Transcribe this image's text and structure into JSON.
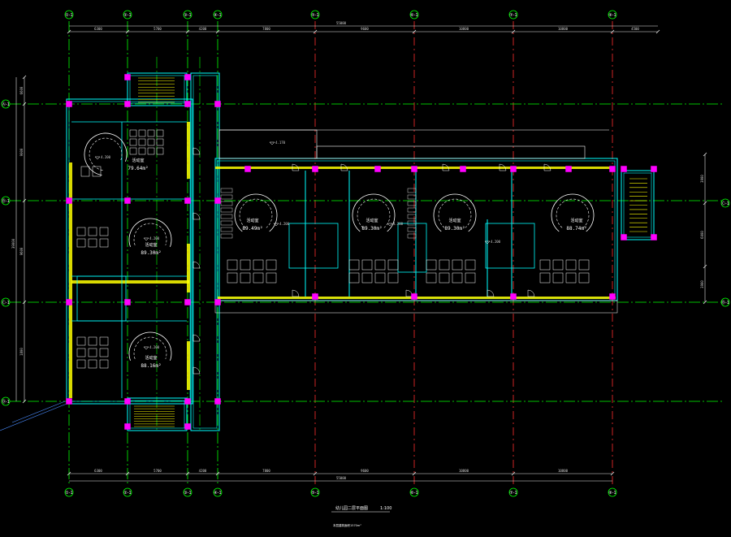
{
  "drawing": {
    "title": "幼儿园二层平面图",
    "scale": "1:100",
    "subtitle": "本层建筑面积1570m²",
    "colors": {
      "background": "#000000",
      "axis_line": "#00ff00",
      "axis_line_red": "#ff2d2d",
      "wall": "#00ffff",
      "wall_fill": "#1a1a1a",
      "column": "#ff00ff",
      "glazing": "#ffff00",
      "dimension": "#e6e6e6",
      "furniture": "#ffffff"
    }
  },
  "axes": {
    "vertical_top": [
      "①-1",
      "②-1",
      "③-1",
      "④-1",
      "⑤-1",
      "⑥-1",
      "⑦-1",
      "⑧-1"
    ],
    "vertical_bottom": [
      "①-1",
      "②-1",
      "③-1",
      "④-1",
      "⑤-1",
      "⑥-1",
      "⑦-1",
      "⑧-1"
    ],
    "horizontal_left": [
      "Ⓐ-1",
      "Ⓑ-1",
      "Ⓒ-1",
      "Ⓓ-1"
    ],
    "horizontal_right": [
      "Ⓒ-1",
      "Ⓑ-1"
    ]
  },
  "dimensions": {
    "top_segments": [
      "6300",
      "5700",
      "4200",
      "7800",
      "9600",
      "10800",
      "10800",
      "4500"
    ],
    "top_total": "55000",
    "bottom_segments": [
      "6300",
      "5700",
      "4200",
      "7800",
      "9600",
      "10800",
      "10800"
    ],
    "bottom_total": "55000",
    "left_segments": [
      "6600",
      "9000",
      "9600",
      "1800"
    ],
    "left_total": "39000",
    "right_segments": [
      "3900",
      "6000",
      "3900"
    ]
  },
  "rooms": [
    {
      "name": "活动室",
      "area": "79.64m²"
    },
    {
      "name": "活动室",
      "area": "89.30m²"
    },
    {
      "name": "活动室",
      "area": "88.16m²"
    },
    {
      "name": "活动室",
      "area": "89.49m²"
    },
    {
      "name": "活动室",
      "area": "89.30m²"
    },
    {
      "name": "活动室",
      "area": "89.30m²"
    },
    {
      "name": "活动室",
      "area": "88.74m²"
    }
  ],
  "levels": [
    "4.200",
    "4.200",
    "4.200",
    "4.170",
    "4.200",
    "4.200",
    "4.200"
  ]
}
